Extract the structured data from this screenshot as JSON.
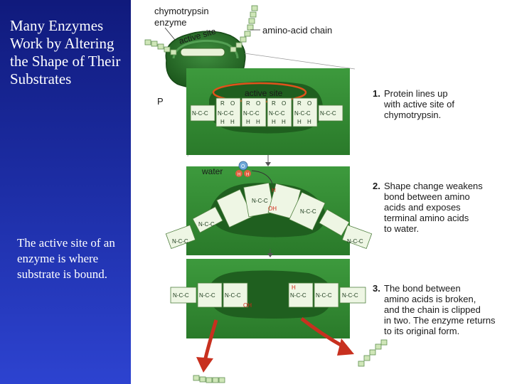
{
  "slide": {
    "title": "Many Enzymes Work by Altering the Shape of Their Substrates",
    "body": "The active site of an enzyme is where substrate is bound."
  },
  "diagram": {
    "enzyme_label_line1": "chymotrypsin",
    "enzyme_label_line2": "enzyme",
    "active_site_label": "active site",
    "active_site_label_panel": "active site",
    "chain_label": "amino-acid chain",
    "p_label": "P",
    "water_label": "water",
    "water_atoms": {
      "oxygen": "O",
      "hydrogen1": "H",
      "hydrogen2": "H"
    },
    "residue_text": {
      "chain": "N-C-C",
      "r": "R",
      "o": "O",
      "h": "H",
      "oh": "OH"
    },
    "steps": [
      {
        "number": "1.",
        "lines": [
          "Protein lines up",
          "with active site of",
          "chymotrypsin."
        ]
      },
      {
        "number": "2.",
        "lines": [
          "Shape change weakens",
          "bond between amino",
          "acids and exposes",
          "terminal amino acids",
          "to water."
        ]
      },
      {
        "number": "3.",
        "lines": [
          "The bond between",
          "amino acids is broken,",
          "and the chain is clipped",
          "in two. The enzyme returns",
          "to its original form."
        ]
      }
    ]
  },
  "colors": {
    "panel_bg": "#1d2ea6",
    "enzyme_green": "#2f7d2f",
    "enzyme_light": "#4fa84f",
    "active_ring": "#e0521b",
    "arrow_red": "#c8301f"
  }
}
